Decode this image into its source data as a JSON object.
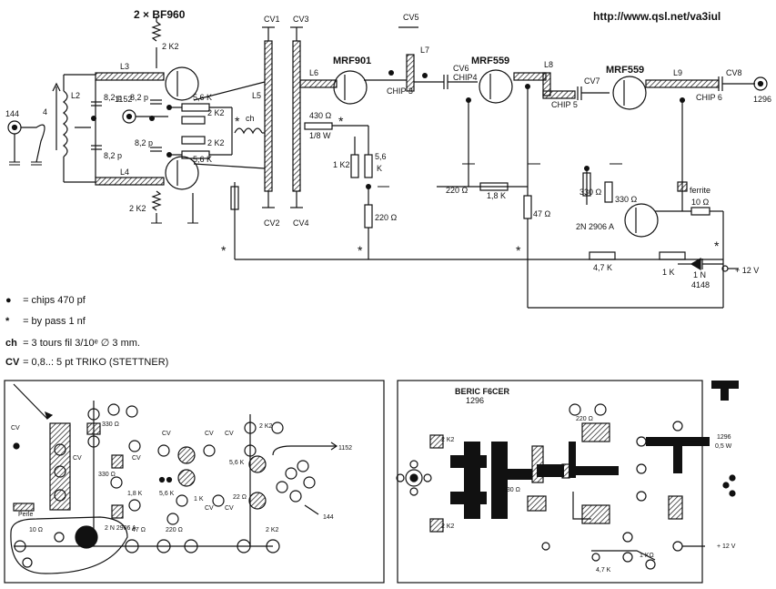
{
  "url": "http://www.qsl.net/va3iul",
  "header": "2 × BF960",
  "transistors": [
    "MRF901",
    "MRF559",
    "MRF559",
    "2N 2906 A"
  ],
  "ports": {
    "in": "144",
    "out": "1296",
    "lo": "1152",
    "supply": "+ 12 V"
  },
  "lines": [
    "L2",
    "L3",
    "L4",
    "L5",
    "L6",
    "L7",
    "L8",
    "L9"
  ],
  "caps": [
    "CV1",
    "CV2",
    "CV3",
    "CV4",
    "CV5",
    "CV6",
    "CV7",
    "CV8"
  ],
  "chips": [
    "CHIP 3",
    "CHIP4",
    "CHIP 5",
    "CHIP 6"
  ],
  "values": {
    "r2k2": "2 K2",
    "c82": "8,2 p",
    "r56k": "5,6 K",
    "r430": "430 Ω",
    "r18w": "1/8 W",
    "r1k2": "1 K2",
    "r56": "5,6",
    "rK": "K",
    "r220": "220 Ω",
    "r18k": "1,8 K",
    "r47": "47 Ω",
    "r330": "330 Ω",
    "r10": "10 Ω",
    "r47k": "4,7 K",
    "r1k": "1 K",
    "diode": "1 N",
    "diode2": "4148",
    "ferrite": "ferrite",
    "ch": "ch",
    "turns": "4"
  },
  "legend": [
    {
      "symbol": "●",
      "text": "= chips 470 pf"
    },
    {
      "symbol": "*",
      "text": "= by pass 1 nf"
    },
    {
      "symbol": "ch",
      "text": "= 3 tours fil 3/10ᵉ  ∅ 3 mm."
    },
    {
      "symbol": "CV",
      "text": "= 0,8..: 5 pt TRIKO (STETTNER)"
    }
  ],
  "layout_left": {
    "labels": [
      "CV",
      "CV",
      "CV",
      "CV",
      "CV",
      "CV",
      "CV",
      "CV",
      "330 Ω",
      "330 Ω",
      "1,8 K",
      "5,6 K",
      "1 K",
      "220 Ω",
      "47 Ω",
      "2 N 2906 A",
      "10 Ω",
      "Perle",
      "2 K2",
      "5,6 K",
      "22 Ω",
      "2 K2",
      "1152",
      "144"
    ]
  },
  "layout_right": {
    "title": "BERIC F6CER",
    "subtitle": "1296",
    "labels": [
      "2 K2",
      "2 K2",
      "430 Ω",
      "220 Ω",
      "1 KΩ",
      "4,7 K",
      "1296",
      "0,5 W",
      "+ 12 V"
    ]
  }
}
